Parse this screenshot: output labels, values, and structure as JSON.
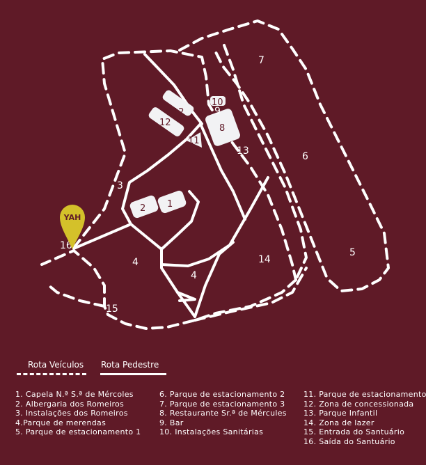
{
  "map": {
    "you_are_here": "YAH",
    "zone_labels": [
      "1",
      "2",
      "3",
      "4",
      "4",
      "5",
      "6",
      "7",
      "8",
      "9",
      "10",
      "11",
      "12",
      "12",
      "13",
      "14",
      "15",
      "16"
    ]
  },
  "legend": {
    "vehicle_route_label": "Rota Veículos",
    "pedestrian_route_label": "Rota Pedestre",
    "columns": [
      [
        "1. Capela N.ª S.ª de Mércoles",
        "2. Albergaria dos Romeiros",
        "3. Instalações dos Romeiros",
        "4.Parque de merendas",
        "5. Parque de estacionamento 1"
      ],
      [
        "6. Parque de estacionamento 2",
        "7. Parque de estacionamento 3",
        "8. Restaurante Sr.ª de Mércules",
        "9. Bar",
        "10. Instalações Sanitárias"
      ],
      [
        "11. Parque de estacionamento",
        "12. Zona de concessionada",
        "13. Parque Infantil",
        "14. Zona de lazer",
        "15. Entrada do Santuário",
        "16. Saída do Santuário"
      ]
    ]
  },
  "colors": {
    "background": "#5f1a27",
    "routes": "#ffffff",
    "marker": "#d4c12a"
  }
}
